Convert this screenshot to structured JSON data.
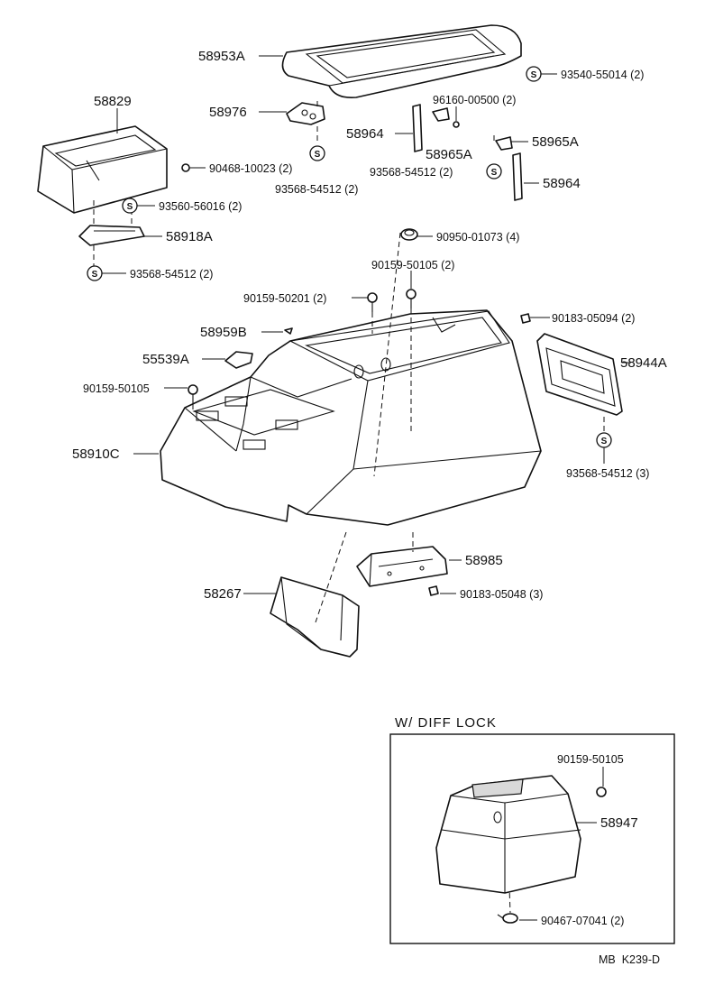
{
  "labels": {
    "p58953A": "58953A",
    "p93540_55014": "93540-55014 (2)",
    "p58829": "58829",
    "p58976": "58976",
    "p96160_00500": "96160-00500 (2)",
    "p58964_a": "58964",
    "p58965A_a": "58965A",
    "p58965A_b": "58965A",
    "p93568_54512_a": "93568-54512 (2)",
    "p58964_b": "58964",
    "p90468_10023": "90468-10023 (2)",
    "p93568_54512_b": "93568-54512 (2)",
    "p93560_56016": "93560-56016 (2)",
    "p58918A": "58918A",
    "p90950_01073": "90950-01073 (4)",
    "p90159_50105_a": "90159-50105 (2)",
    "p93568_54512_c": "93568-54512 (2)",
    "p90159_50201": "90159-50201 (2)",
    "p90183_05094": "90183-05094 (2)",
    "p58959B": "58959B",
    "p55539A": "55539A",
    "p58944A": "58944A",
    "p90159_50105_b": "90159-50105",
    "p58910C": "58910C",
    "p93568_54512_d": "93568-54512 (3)",
    "p58985": "58985",
    "p58267": "58267",
    "p90183_05048": "90183-05048 (3)",
    "p90159_50105_c": "90159-50105",
    "p58947": "58947",
    "p90467_07041": "90467-07041 (2)"
  },
  "inset": {
    "title": "W/ DIFF LOCK"
  },
  "footer": {
    "code": "MB  K239-D"
  },
  "symbols": {
    "s": "S"
  }
}
